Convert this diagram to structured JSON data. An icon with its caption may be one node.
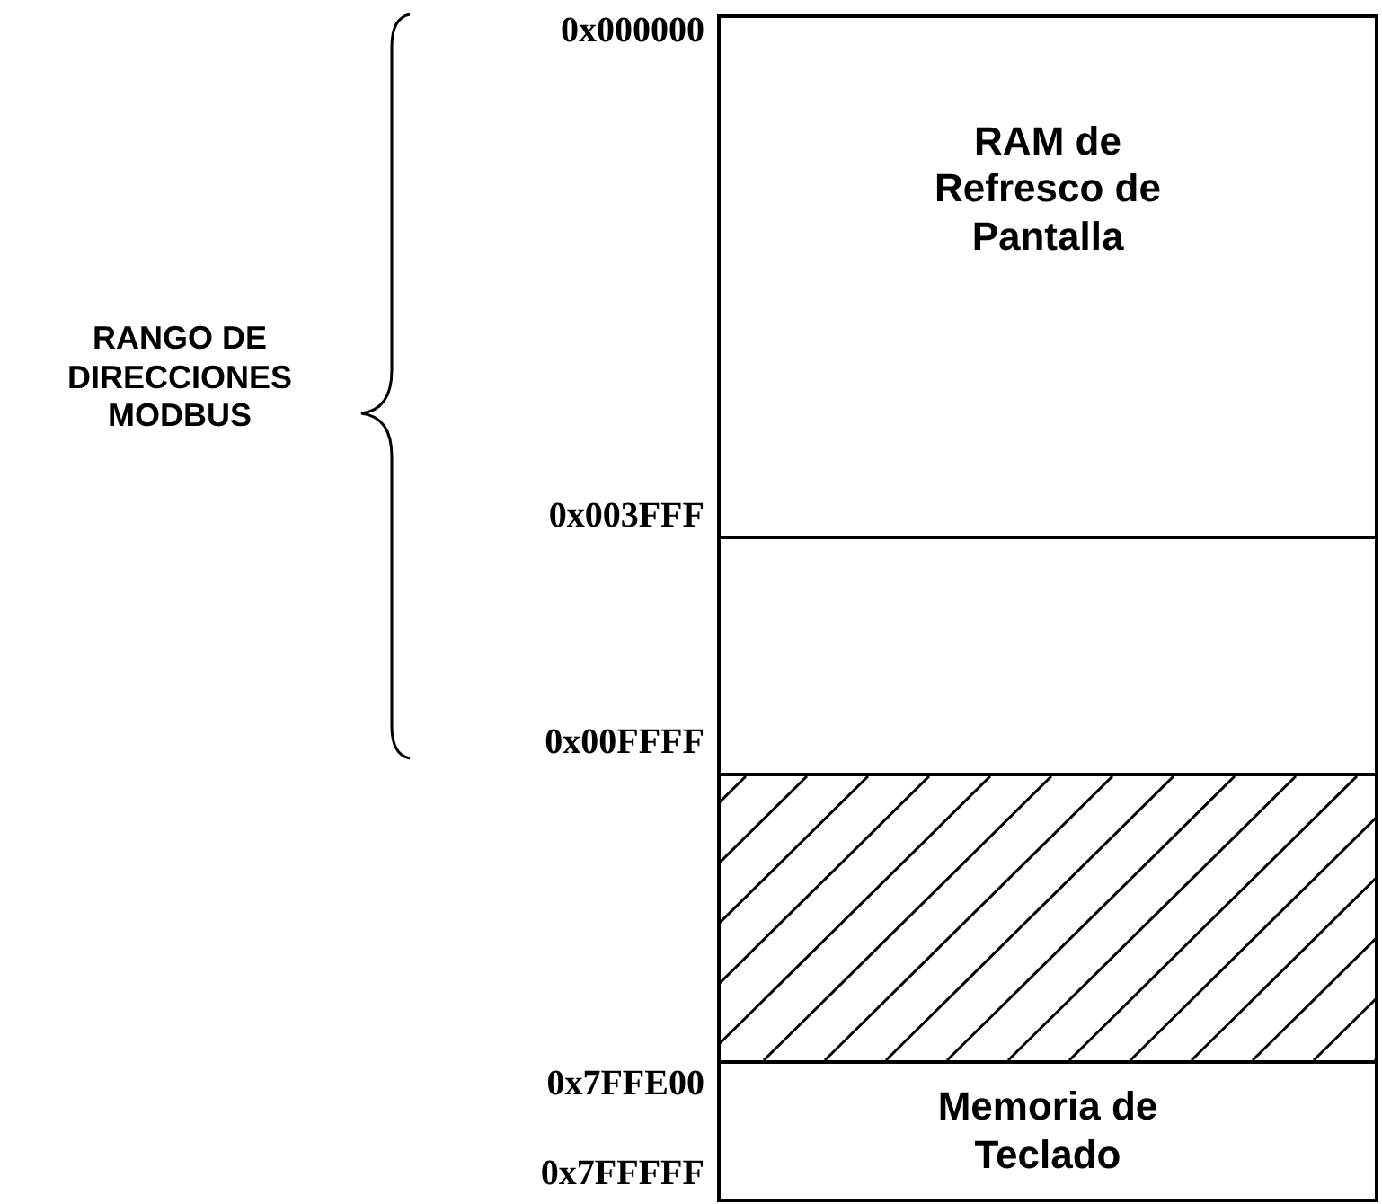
{
  "diagram": {
    "nodes": [
      {
        "text": [
          "RAM de Refresco de Pantalla"
        ]
      },
      {
        "text": [],
        "shape": "box"
      },
      {
        "text": [],
        "shape": "box"
      },
      {
        "text": [
          "Memoria de Teclado"
        ]
      }
    ],
    "edges": [],
    "labels": [
      "0x000000",
      "RANGO DE DIRECCIONES MODBUS",
      "0x003FFF",
      "0x00FFFF",
      "0x7FFE00",
      "0x7FFFFF"
    ]
  }
}
